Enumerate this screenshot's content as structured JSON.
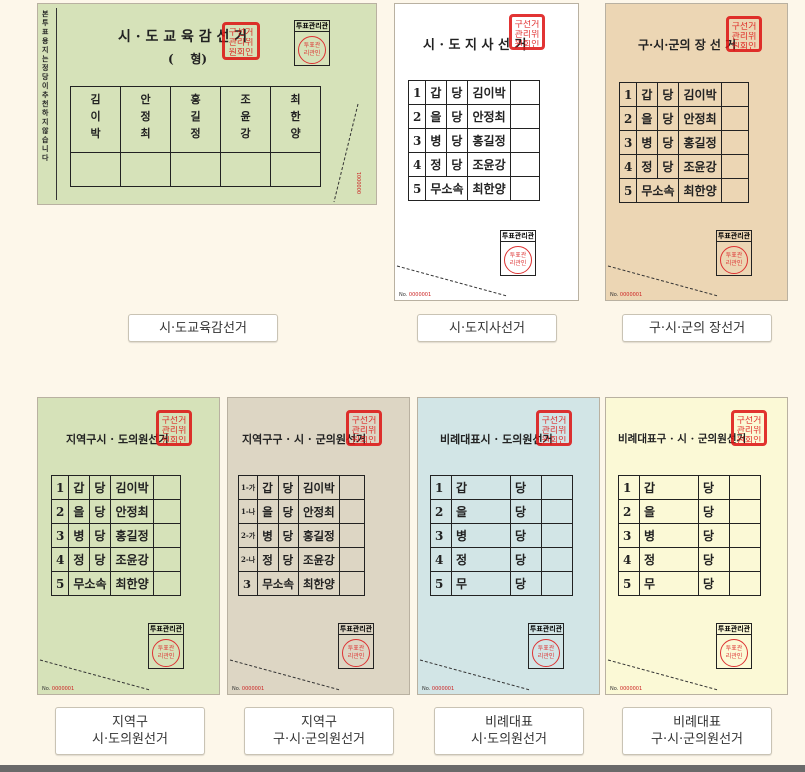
{
  "colors": {
    "green": "#d6e2b9",
    "white": "#ffffff",
    "tan": "#ecd6b4",
    "taupe": "#ddd6c4",
    "blue": "#d2e5e6",
    "cream": "#fbf9d6",
    "seal_red": "#dd1111"
  },
  "common": {
    "seal_lines": [
      "구선거",
      "관리위",
      "원회인"
    ],
    "box_label": "투표관리관",
    "box_stamp": [
      "투표관",
      "리관인"
    ],
    "serial_prefix": "No.",
    "serial_number": "0000001"
  },
  "education": {
    "title": "시 · 도 교 육 감 선 거",
    "subtitle": "(    형)",
    "side_text": "본 투표용지는 정당이 추천하지 않습니다",
    "candidates": [
      [
        "김",
        "이",
        "박"
      ],
      [
        "안",
        "정",
        "최"
      ],
      [
        "홍",
        "길",
        "정"
      ],
      [
        "조",
        "윤",
        "강"
      ],
      [
        "최",
        "한",
        "양"
      ]
    ],
    "button": "시·도교육감선거"
  },
  "governor": {
    "title": "시 · 도 지 사 선 거",
    "rows": [
      [
        "1",
        "갑",
        "당",
        "김이박"
      ],
      [
        "2",
        "을",
        "당",
        "안정최"
      ],
      [
        "3",
        "병",
        "당",
        "홍길정"
      ],
      [
        "4",
        "정",
        "당",
        "조윤강"
      ],
      [
        "5",
        "무소속",
        "",
        "최한양"
      ]
    ],
    "button": "시·도지사선거"
  },
  "mayor": {
    "title": "구·시·군의 장 선 거",
    "rows": [
      [
        "1",
        "갑",
        "당",
        "김이박"
      ],
      [
        "2",
        "을",
        "당",
        "안정최"
      ],
      [
        "3",
        "병",
        "당",
        "홍길정"
      ],
      [
        "4",
        "정",
        "당",
        "조윤강"
      ],
      [
        "5",
        "무소속",
        "",
        "최한양"
      ]
    ],
    "button": "구·시·군의 장선거"
  },
  "regional_council": {
    "title": "지역구시 · 도의원선거",
    "rows": [
      [
        "1",
        "갑",
        "당",
        "김이박"
      ],
      [
        "2",
        "을",
        "당",
        "안정최"
      ],
      [
        "3",
        "병",
        "당",
        "홍길정"
      ],
      [
        "4",
        "정",
        "당",
        "조윤강"
      ],
      [
        "5",
        "무소속",
        "",
        "최한양"
      ]
    ],
    "button_line1": "지역구",
    "button_line2": "시·도의원선거"
  },
  "local_council": {
    "title": "지역구구 · 시 · 군의원선거",
    "rows": [
      [
        "1-가",
        "갑",
        "당",
        "김이박"
      ],
      [
        "1-나",
        "을",
        "당",
        "안정최"
      ],
      [
        "2-가",
        "병",
        "당",
        "홍길정"
      ],
      [
        "2-나",
        "정",
        "당",
        "조윤강"
      ],
      [
        "3",
        "무소속",
        "",
        "최한양"
      ]
    ],
    "button_line1": "지역구",
    "button_line2": "구·시·군의원선거"
  },
  "pr_regional": {
    "title": "비례대표시 · 도의원선거",
    "rows": [
      [
        "1",
        "갑",
        "당"
      ],
      [
        "2",
        "을",
        "당"
      ],
      [
        "3",
        "병",
        "당"
      ],
      [
        "4",
        "정",
        "당"
      ],
      [
        "5",
        "무",
        "당"
      ]
    ],
    "button_line1": "비례대표",
    "button_line2": "시·도의원선거"
  },
  "pr_local": {
    "title": "비례대표구 · 시 · 군의원선거",
    "rows": [
      [
        "1",
        "갑",
        "당"
      ],
      [
        "2",
        "을",
        "당"
      ],
      [
        "3",
        "병",
        "당"
      ],
      [
        "4",
        "정",
        "당"
      ],
      [
        "5",
        "무",
        "당"
      ]
    ],
    "button_line1": "비례대표",
    "button_line2": "구·시·군의원선거"
  }
}
